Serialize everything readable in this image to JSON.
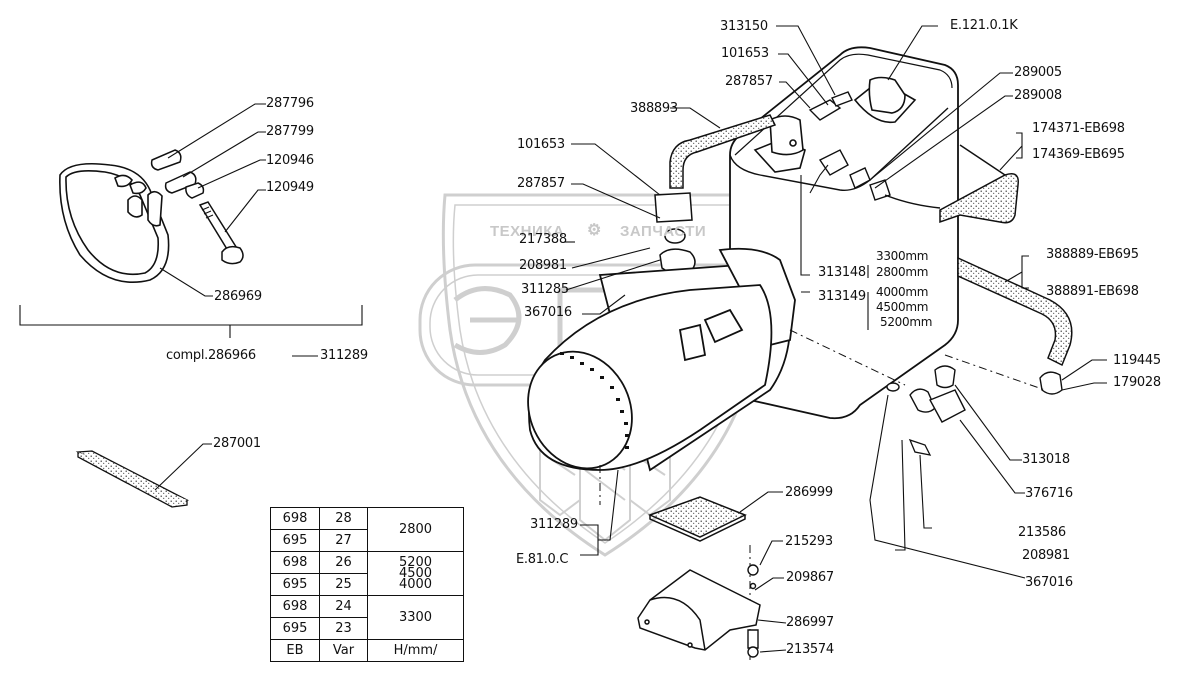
{
  "watermark": {
    "text_left": "ТЕХНИКА",
    "text_right": "ЗАПЧАСТИ",
    "logo_letters": "ЭПФ",
    "color": "#c8c8c8"
  },
  "callouts": {
    "ring_kit": {
      "p287796": "287796",
      "p287799": "287799",
      "p120946": "120946",
      "p120949": "120949",
      "p286969": "286969",
      "compl": "compl.286966",
      "p311289_kit": "311289"
    },
    "strip": {
      "p287001": "287001"
    },
    "top": {
      "p313150": "313150",
      "p101653_a": "101653",
      "p287857_a": "287857",
      "p388893": "388893",
      "pE1210": "E.121.0.1K",
      "p289005": "289005",
      "p289008": "289008",
      "p174371": "174371-EB698",
      "p174369": "174369-EB695"
    },
    "left_filter": {
      "p101653_b": "101653",
      "p287857_b": "287857",
      "p217388": "217388",
      "p208981_a": "208981",
      "p311285": "311285",
      "p367016_a": "367016"
    },
    "pipe_lengths": {
      "p313148": "313148",
      "p313149": "313149",
      "len_3300": "3300mm",
      "len_2800": "2800mm",
      "len_4000": "4000mm",
      "len_4500": "4500mm",
      "len_5200": "5200mm"
    },
    "right_side": {
      "p388889": "388889-EB695",
      "p388891": "388891-EB698",
      "p119445": "119445",
      "p179028": "179028",
      "p313018": "313018",
      "p376716": "376716",
      "p213586": "213586",
      "p208981_b": "208981",
      "p367016_b": "367016"
    },
    "bottom": {
      "p311289": "311289",
      "pE810": "E.81.0.C",
      "p286999": "286999",
      "p215293": "215293",
      "p209867": "209867",
      "p286997": "286997",
      "p213574": "213574"
    }
  },
  "spec_table": {
    "headers": [
      "EB",
      "Var",
      "H/mm/"
    ],
    "rows": [
      {
        "eb": "698",
        "var": "28"
      },
      {
        "eb": "695",
        "var": "27"
      },
      {
        "eb": "698",
        "var": "26"
      },
      {
        "eb": "695",
        "var": "25"
      },
      {
        "eb": "698",
        "var": "24"
      },
      {
        "eb": "695",
        "var": "23"
      }
    ],
    "heights": {
      "g1": "2800",
      "g2_a": "5200",
      "g2_b": "4500",
      "g2_c": "4000",
      "g3": "3300"
    }
  }
}
